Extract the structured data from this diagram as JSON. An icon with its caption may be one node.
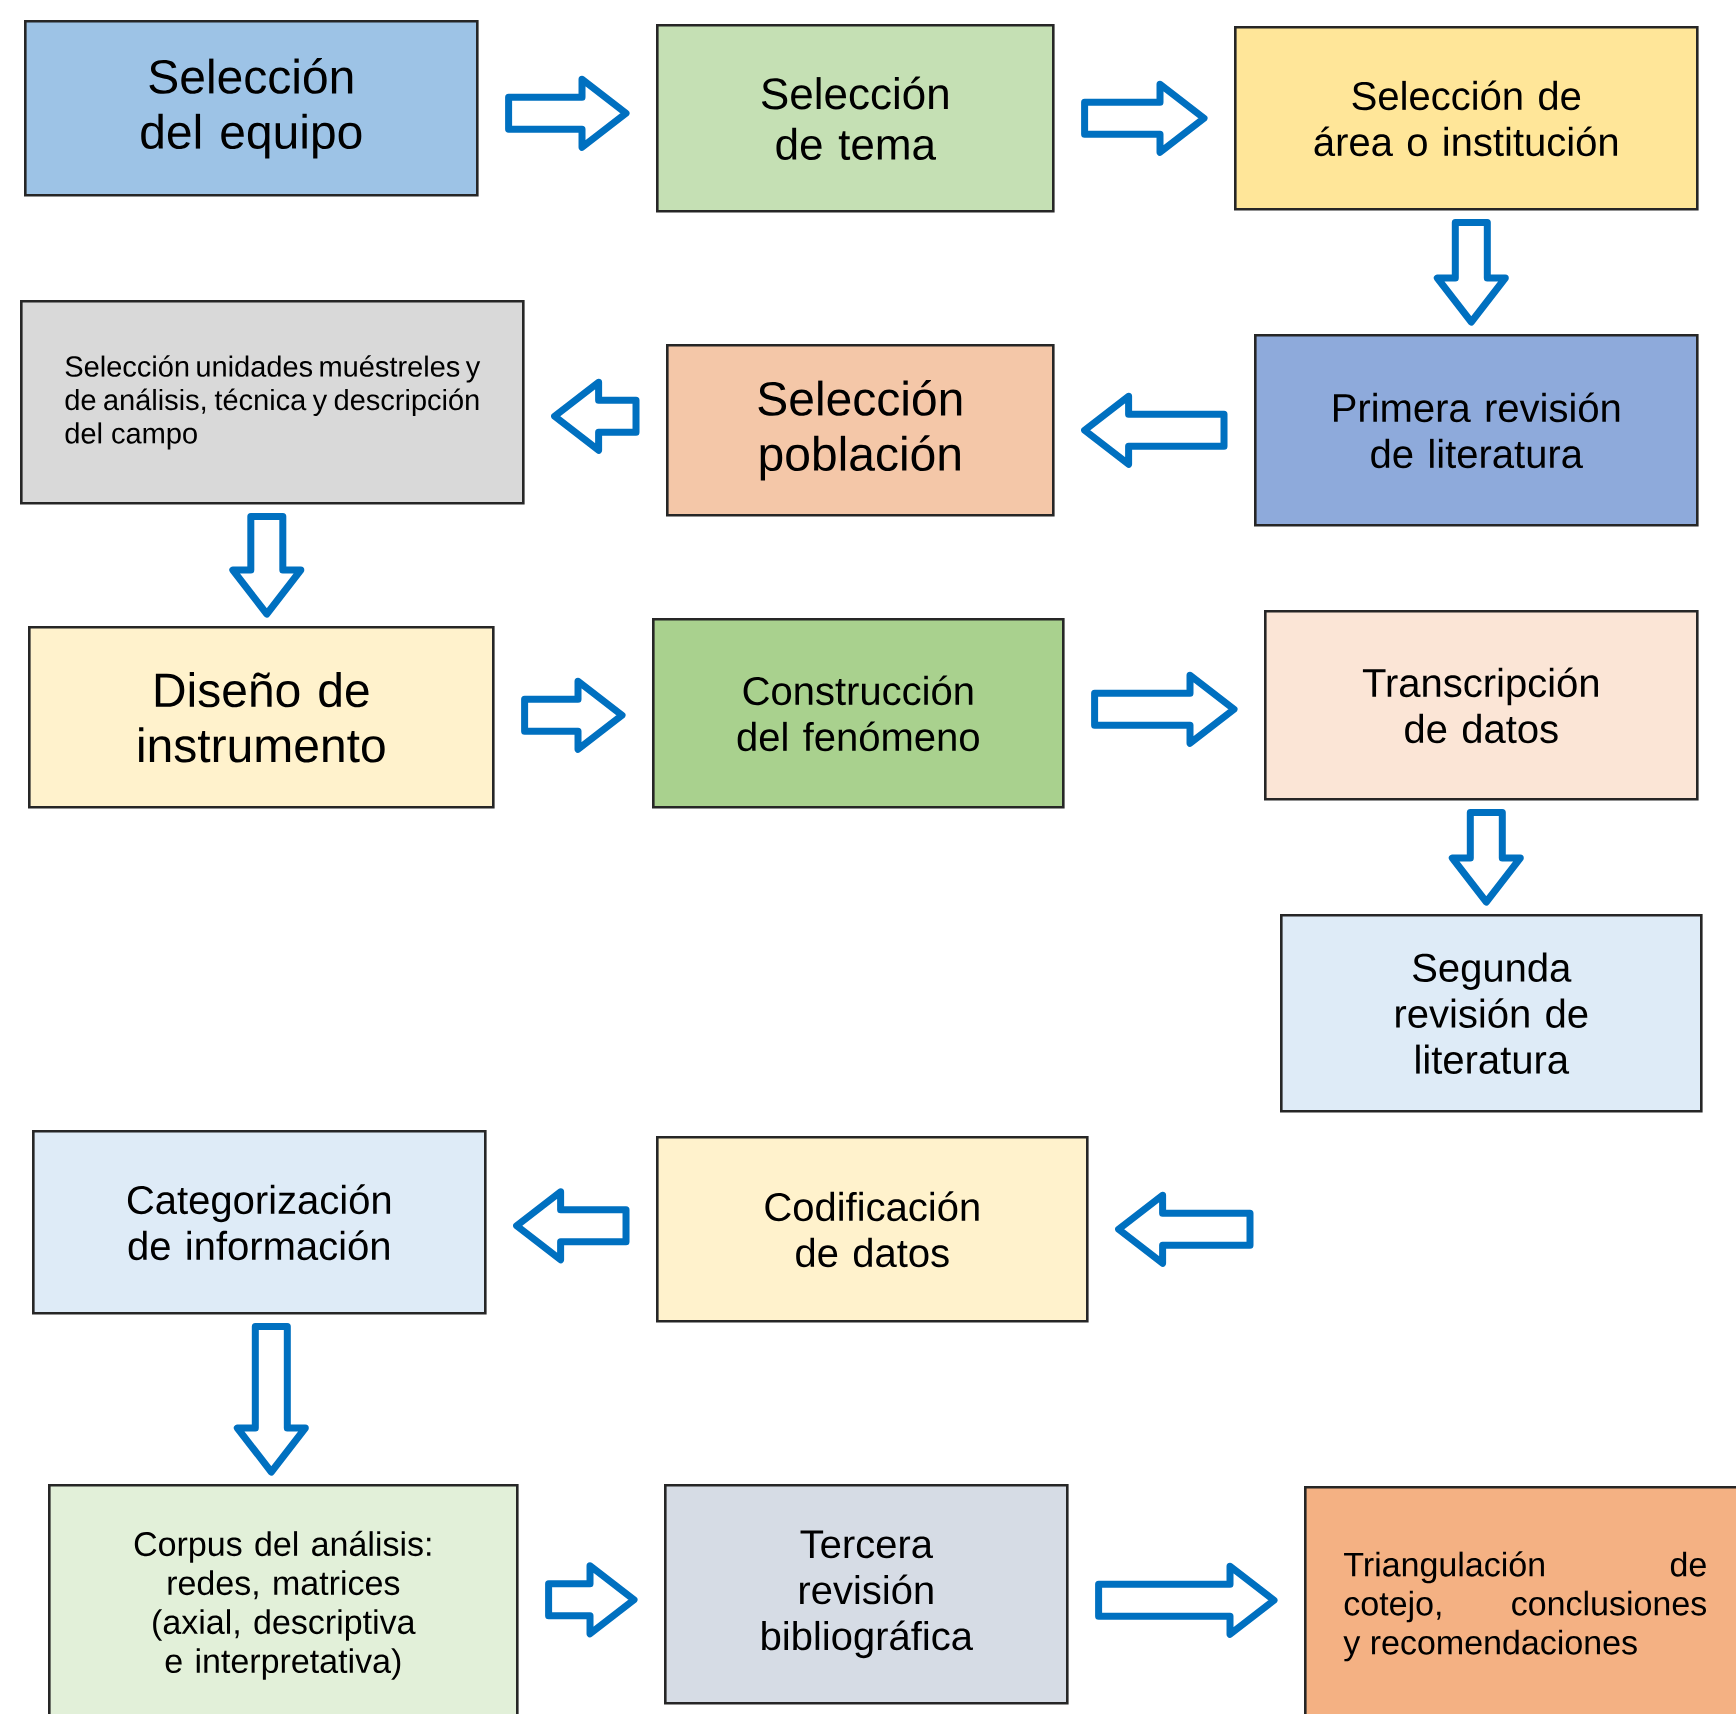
{
  "diagram": {
    "nodes": [
      {
        "text": [
          "Selección del equipo"
        ]
      },
      {
        "text": [
          "Selección de tema"
        ]
      },
      {
        "text": [
          "Selección de área o institución"
        ]
      },
      {
        "text": [
          "Primera revisión de literatura"
        ]
      },
      {
        "text": [
          "Selección población"
        ]
      },
      {
        "text": [
          "Selección unidades muéstreles y de análisis, técnica y descripción del campo"
        ]
      },
      {
        "text": [
          "Diseño de instrumento"
        ]
      },
      {
        "text": [
          "Construcción del fenómeno"
        ]
      },
      {
        "text": [
          "Transcripción de datos"
        ]
      },
      {
        "text": [
          "Segunda revisión de literatura"
        ]
      },
      {
        "text": [
          "Codificación de datos"
        ]
      },
      {
        "text": [
          "Categorización de información"
        ]
      },
      {
        "text": [
          "Corpus del análisis: redes, matrices (axial, descriptiva e interpretativa)"
        ]
      },
      {
        "text": [
          "Tercera revisión bibliográfica"
        ]
      },
      {
        "text": [
          "Triangulación de cotejo, conclusiones y recomendaciones"
        ]
      }
    ],
    "edges": [
      {
        "from": 0,
        "to": 1,
        "arrow": "to"
      },
      {
        "from": 1,
        "to": 2,
        "arrow": "to"
      },
      {
        "from": 2,
        "to": 3,
        "arrow": "to"
      },
      {
        "from": 3,
        "to": 4,
        "arrow": "to"
      },
      {
        "from": 4,
        "to": 5,
        "arrow": "to"
      },
      {
        "from": 5,
        "to": 6,
        "arrow": "to"
      },
      {
        "from": 6,
        "to": 7,
        "arrow": "to"
      },
      {
        "from": 7,
        "to": 8,
        "arrow": "to"
      },
      {
        "from": 8,
        "to": 9,
        "arrow": "to"
      },
      {
        "from": 9,
        "to": 10,
        "arrow": "to"
      },
      {
        "from": 10,
        "to": 11,
        "arrow": "to"
      },
      {
        "from": 11,
        "to": 12,
        "arrow": "to"
      },
      {
        "from": 12,
        "to": 13,
        "arrow": "to"
      },
      {
        "from": 13,
        "to": 14,
        "arrow": "to"
      }
    ]
  }
}
